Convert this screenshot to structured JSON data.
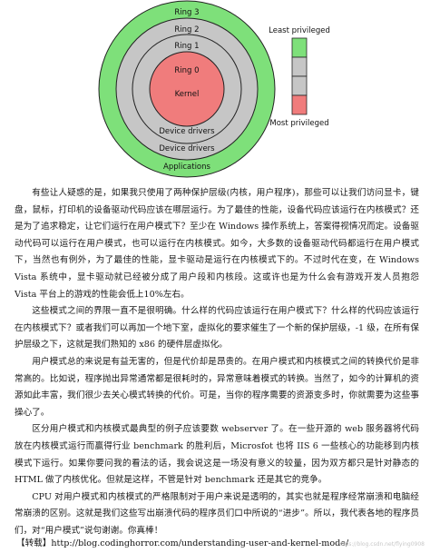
{
  "diagram": {
    "rings": [
      {
        "label": "Ring 3",
        "color": "#7ee07a"
      },
      {
        "label": "Ring 2",
        "color": "#c6c6c6"
      },
      {
        "label": "Ring 1",
        "color": "#c6c6c6"
      },
      {
        "label": "Ring 0",
        "color": "#f07c7c"
      }
    ],
    "kernel_label": "Kernel",
    "drivers_labels": [
      "Device drivers",
      "Device drivers"
    ],
    "applications_label": "Applications",
    "legend": {
      "top_label": "Least privileged",
      "bottom_label": "Most privileged",
      "segments": [
        "#7ee07a",
        "#c6c6c6",
        "#c6c6c6",
        "#f07c7c"
      ]
    }
  },
  "article": {
    "paragraphs": [
      "有些让人疑惑的是，如果我只使用了两种保护层级(内核，用户程序)，那些可以让我们访问显卡，键盘，鼠标，打印机的设备驱动代码应该在哪层运行。为了最佳的性能，设备代码应该运行在内核模式？还是为了追求稳定，让它们运行在用户模式下？至少在 Windows 操作系统上，答案得视情况而定。设备驱动代码可以运行在用户模式，也可以运行在内核模式。如今，大多数的设备驱动代码都运行在用户模式下，当然也有例外，为了最佳的性能，显卡驱动是运行在内核模式下的。不过时代在变，在 Windows Vista 系统中，显卡驱动就已经被分成了用户段和内核段。这或许也是为什么会有游戏开发人员抱怨 Vista 平台上的游戏的性能会低上10%左右。",
      "这些模式之间的界限一直不是很明确。什么样的代码应该运行在用户模式下？什么样的代码应该运行在内核模式下？或者我们可以再加一个地下室，虚拟化的要求催生了一个新的保护层级，-1 级，在所有保护层级之下，这就是我们熟知的 x86 的硬件层虚拟化。",
      "用户模式总的来说是有益无害的，但是代价却是昂贵的。在用户模式和内核模式之间的转换代价是非常高的。比如说，程序抛出异常通常都是很耗时的，异常意味着模式的转换。当然了，如今的计算机的资源如此丰富，我们很少去关心模式转换的代价。可是，当你的程序需要的资源变多时，你就需要为这些事操心了。",
      "区分用户模式和内核模式最典型的例子应该要数 webserver 了。在一些开源的 web 服务器将代码放在内核模式运行而赢得行业 benchmark 的胜利后，Microsfot 也将 IIS 6 一些核心的功能移到内核模式下运行。如果你要问我的看法的话，我会说这是一场没有意义的较量，因为双方都只是针对静态的 HTML 做了内核优化。但就是这样，不管是针对 benchmark 还是其它的竞争。",
      "CPU 对用户模式和内核模式的严格限制对于用户来说是透明的，其实也就是程序经常崩溃和电脑经常崩溃的区别。这就是我们这些写出崩溃代码的程序员们口中所说的“进步”。所以，我代表各地的程序员们，对“用户模式”说句谢谢。你真棒！"
    ],
    "source_label": "【转载】",
    "source_url": "http://blog.codinghorror.com/understanding-user-and-kernel-mode/",
    "watermark": "https://blog.csdn.net/flying0908"
  }
}
